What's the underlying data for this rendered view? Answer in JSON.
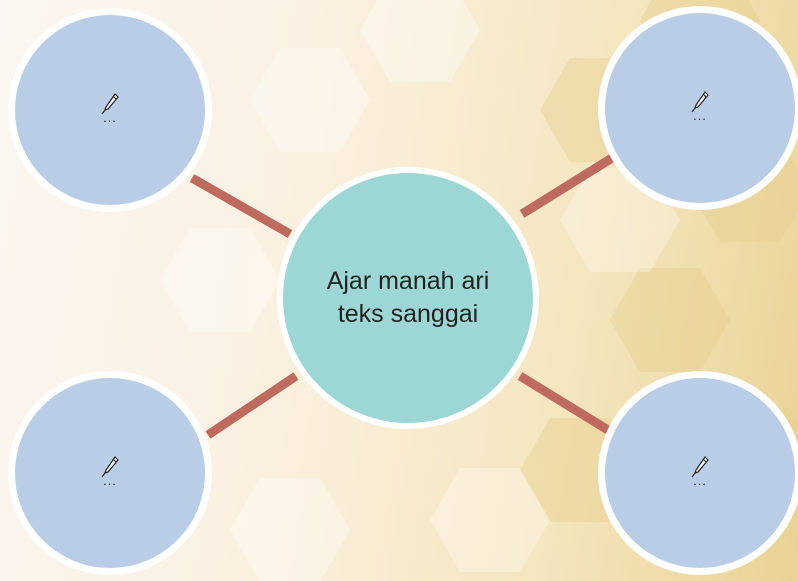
{
  "colors": {
    "connector": "#bf6a5e",
    "outer_node_fill": "#b9cde6",
    "center_node_fill": "#9cd7d6",
    "node_border": "#ffffff"
  },
  "center": {
    "label": "Ajar manah ari teks sanggai"
  },
  "nodes": [
    {
      "id": "top-left",
      "icon": "pen-icon",
      "text": "..."
    },
    {
      "id": "top-right",
      "icon": "pen-icon",
      "text": "..."
    },
    {
      "id": "bottom-left",
      "icon": "pen-icon",
      "text": "..."
    },
    {
      "id": "bottom-right",
      "icon": "pen-icon",
      "text": "..."
    }
  ]
}
